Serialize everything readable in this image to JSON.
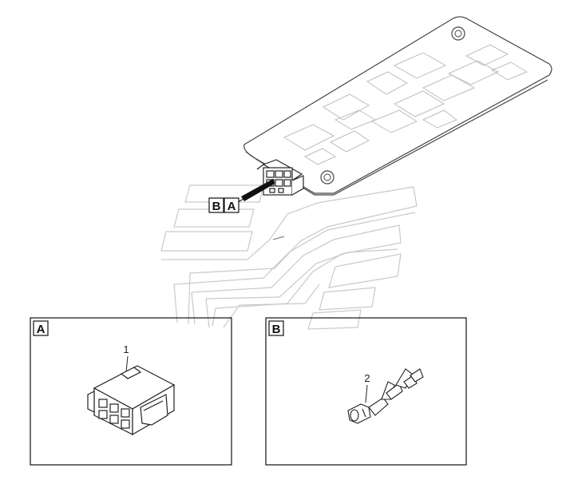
{
  "callouts": {
    "main_labels": [
      "B",
      "A"
    ],
    "detail_a_label": "A",
    "detail_b_label": "B"
  },
  "parts": {
    "part_1": "1",
    "part_2": "2"
  }
}
